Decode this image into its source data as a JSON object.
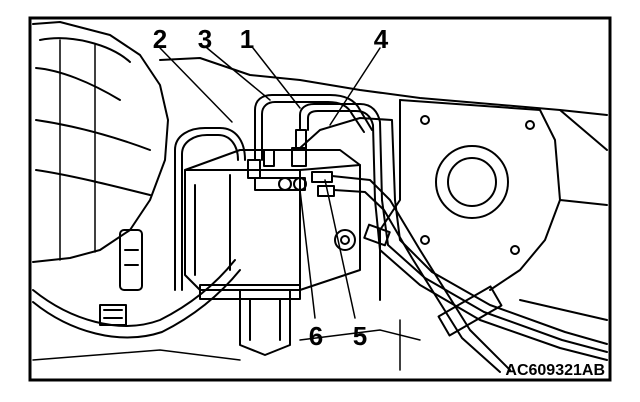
{
  "diagram": {
    "callouts": [
      {
        "label": "1"
      },
      {
        "label": "2"
      },
      {
        "label": "3"
      },
      {
        "label": "4"
      },
      {
        "label": "5"
      },
      {
        "label": "6"
      }
    ],
    "figure_id": "AC609321AB"
  },
  "colors": {
    "line": "#000000",
    "background": "#ffffff"
  }
}
